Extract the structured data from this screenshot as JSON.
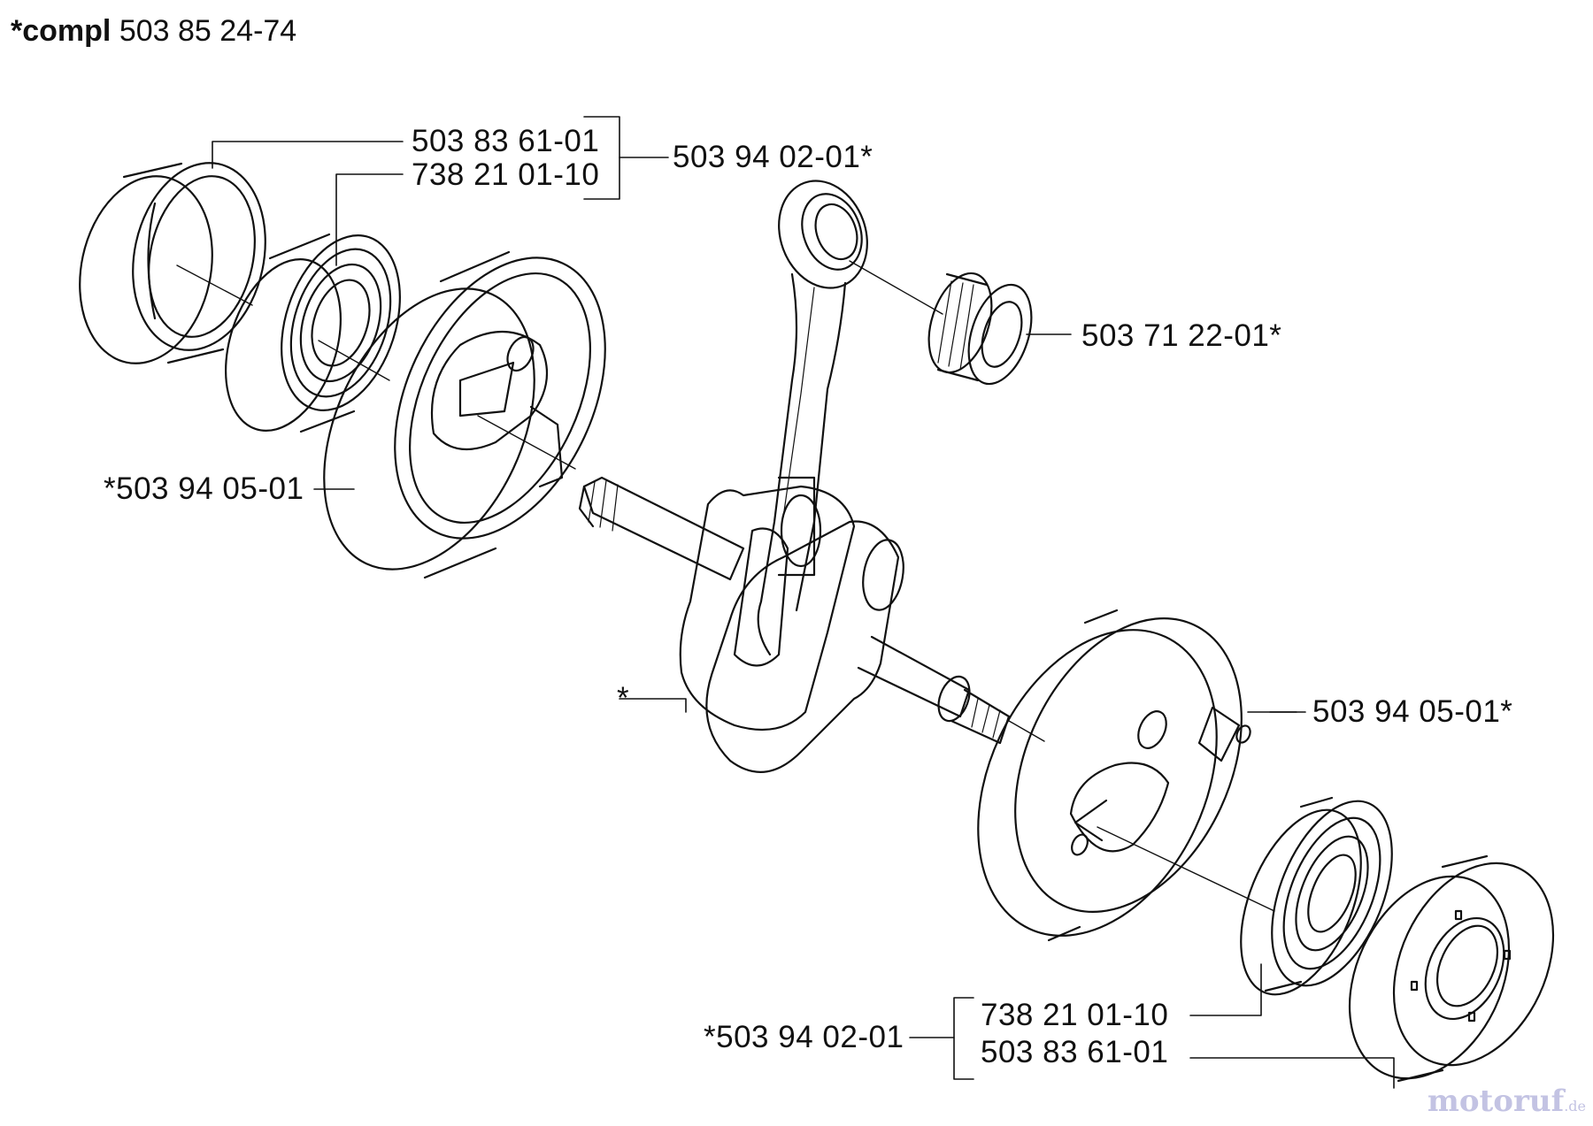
{
  "title": {
    "prefix": "*compl",
    "number": "503 85 24-74"
  },
  "labels": {
    "bearing_top": "503 83 61-01",
    "seal_top": "738 21 01-10",
    "kit_top": "503 94 02-01*",
    "needle_bearing": "503 71 22-01*",
    "crank_half_left": "*503 94 05-01",
    "crankshaft": "*",
    "crank_half_right": "503 94 05-01*",
    "kit_bottom": "*503 94 02-01",
    "seal_bottom": "738 21 01-10",
    "bearing_bottom": "503 83 61-01"
  },
  "watermark": {
    "brand": "motoruf",
    "suffix": ".de"
  }
}
